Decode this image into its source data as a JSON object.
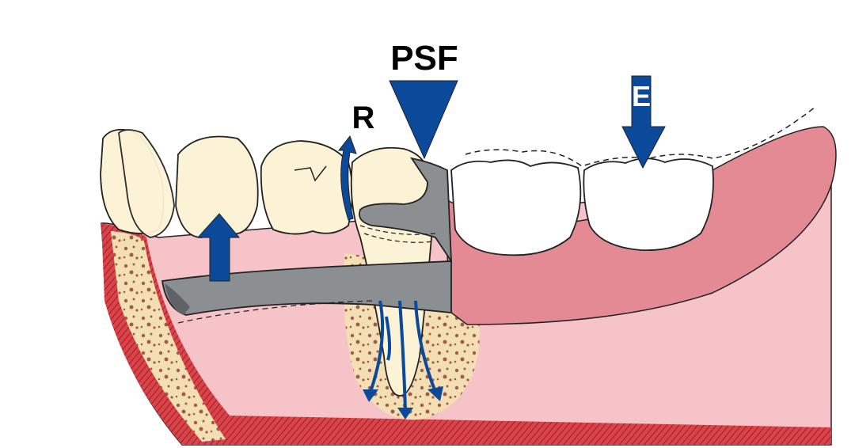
{
  "labels": {
    "psf": "PSF",
    "r": "R",
    "e": "E"
  },
  "colors": {
    "arrow": "#0b4a9b",
    "gum": "#f6c3c9",
    "gingiva_dark": "#e38a94",
    "bone": "#f3dfb4",
    "cortical": "#c0282e",
    "denture_metal": "#8b8f92",
    "natural_tooth": "#fcf3d6",
    "artificial_tooth": "#ffffff"
  }
}
